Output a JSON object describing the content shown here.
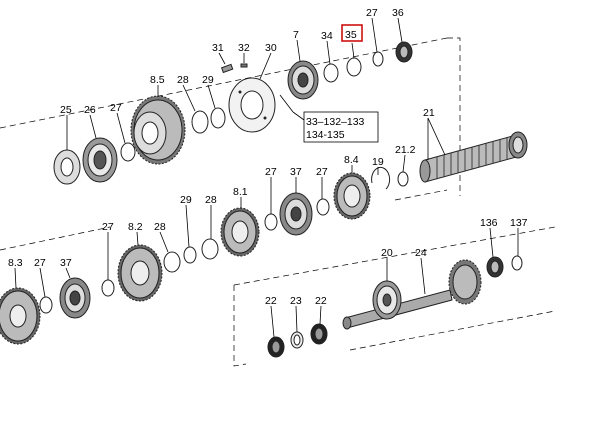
{
  "labels": {
    "n8_3": "8.3",
    "n27a": "27",
    "n37a": "37",
    "n27b": "27",
    "n8_2": "8.2",
    "n28a": "28",
    "n29a": "29",
    "n28b": "28",
    "n8_1": "8.1",
    "n27c": "27",
    "n37b": "37",
    "n27d": "27",
    "n8_4": "8.4",
    "n19": "19",
    "n25": "25",
    "n26": "26",
    "n27e": "27",
    "n8_5": "8.5",
    "n28c": "28",
    "n29b": "29",
    "n31": "31",
    "n32": "32",
    "n30": "30",
    "n7": "7",
    "n34": "34",
    "n35": "35",
    "n27f": "27",
    "n36": "36",
    "n21": "21",
    "n21_2": "21.2",
    "n20": "20",
    "n24": "24",
    "n136": "136",
    "n137": "137",
    "n22a": "22",
    "n23": "23",
    "n22b": "22"
  },
  "note_box": {
    "line1": "33–132–133",
    "line2": "134-135"
  },
  "highlight": {
    "color": "#cc0000",
    "target": "35"
  }
}
